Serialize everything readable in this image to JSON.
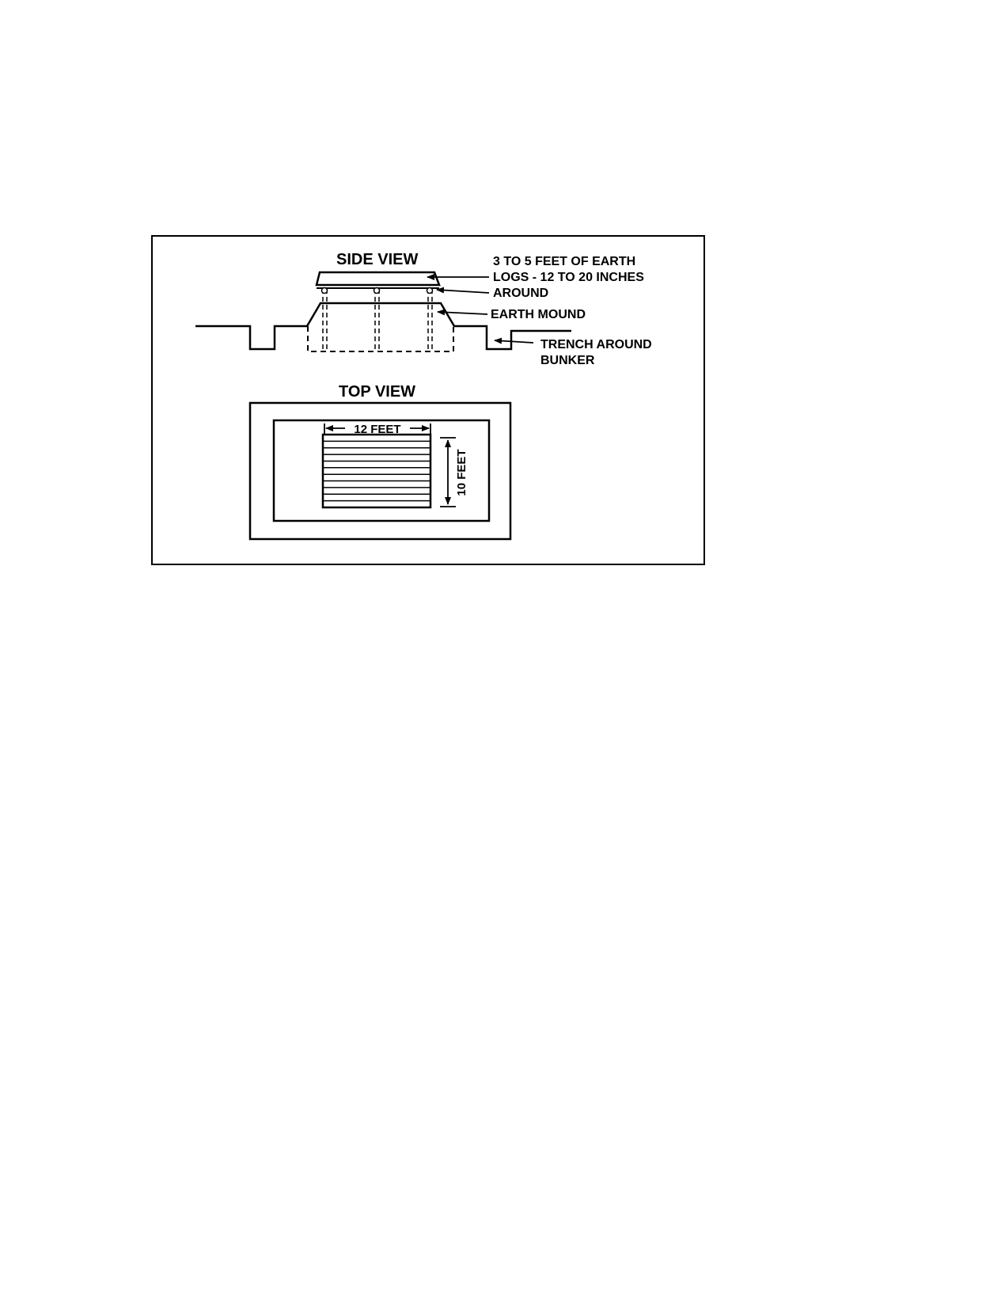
{
  "figure": {
    "side_view": {
      "title": "SIDE VIEW",
      "labels": {
        "earth_cover": "3 TO 5 FEET OF EARTH",
        "logs_line1": "LOGS - 12 TO 20 INCHES",
        "logs_line2": "AROUND",
        "earth_mound": "EARTH MOUND",
        "trench_line1": "TRENCH AROUND",
        "trench_line2": "BUNKER"
      }
    },
    "top_view": {
      "title": "TOP VIEW",
      "width_label": "12 FEET",
      "height_label": "10 FEET"
    }
  }
}
